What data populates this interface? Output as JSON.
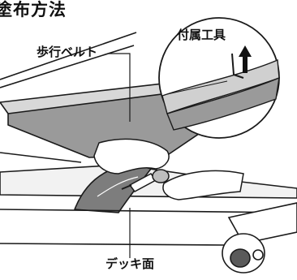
{
  "page": {
    "title": "塗布方法",
    "labels": {
      "walking_belt": "歩行ベルト",
      "included_tool": "付属工具",
      "deck_surface": "デッキ面"
    }
  },
  "colors": {
    "line": "#1a1a1a",
    "belt_gray": "#9a9a9a",
    "belt_dark": "#7d7d7d",
    "deck_light": "#e6e6e6",
    "background": "#ffffff"
  },
  "icons": [
    "tube-nozzle-icon",
    "arrow-up-icon",
    "hex-wrench-icon",
    "roller-wheel-icon"
  ]
}
